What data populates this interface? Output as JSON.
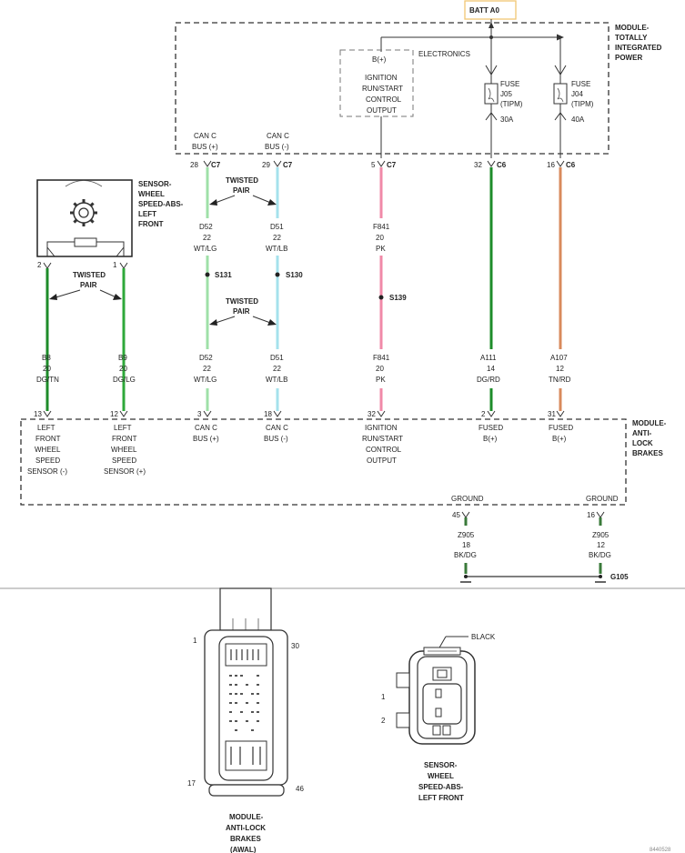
{
  "colors": {
    "can_plus": "#9fe0a8",
    "can_minus": "#a5e2ec",
    "pink": "#f08aa8",
    "green_dark": "#1e8c2a",
    "green_light": "#2fa83a",
    "tan": "#d88a5c",
    "batt_border": "#f0c674"
  },
  "batt_label": "BATT A0",
  "tipm": {
    "title": [
      "MODULE-",
      "TOTALLY",
      "INTEGRATED",
      "POWER"
    ],
    "electronics": "ELECTRONICS",
    "bplus": "B(+)",
    "ign_lines": [
      "IGNITION",
      "RUN/START",
      "CONTROL",
      "OUTPUT"
    ],
    "fuse1": [
      "FUSE",
      "J05",
      "(TIPM)",
      "30A"
    ],
    "fuse2": [
      "FUSE",
      "J04",
      "(TIPM)",
      "40A"
    ],
    "canc_plus": [
      "CAN C",
      "BUS (+)"
    ],
    "canc_minus": [
      "CAN C",
      "BUS (-)"
    ]
  },
  "tipm_pins": [
    {
      "pin": "28",
      "conn": "C7"
    },
    {
      "pin": "29",
      "conn": "C7"
    },
    {
      "pin": "5",
      "conn": "C7"
    },
    {
      "pin": "32",
      "conn": "C6"
    },
    {
      "pin": "16",
      "conn": "C6"
    }
  ],
  "sensor": {
    "title": [
      "SENSOR-",
      "WHEEL",
      "SPEED-ABS-",
      "LEFT",
      "FRONT"
    ],
    "pin_left": "2",
    "pin_right": "1"
  },
  "twisted_pair": [
    "TWISTED",
    "PAIR"
  ],
  "wire_upper": [
    {
      "circuit": "D52",
      "gauge": "22",
      "color": "WT/LG"
    },
    {
      "circuit": "D51",
      "gauge": "22",
      "color": "WT/LB"
    },
    {
      "circuit": "F841",
      "gauge": "20",
      "color": "PK"
    }
  ],
  "splices": [
    "S131",
    "S130",
    "S139"
  ],
  "wire_lower": [
    {
      "circuit": "B8",
      "gauge": "20",
      "color": "DG/TN"
    },
    {
      "circuit": "B9",
      "gauge": "20",
      "color": "DG/LG"
    },
    {
      "circuit": "D52",
      "gauge": "22",
      "color": "WT/LG"
    },
    {
      "circuit": "D51",
      "gauge": "22",
      "color": "WT/LB"
    },
    {
      "circuit": "F841",
      "gauge": "20",
      "color": "PK"
    },
    {
      "circuit": "A111",
      "gauge": "14",
      "color": "DG/RD"
    },
    {
      "circuit": "A107",
      "gauge": "12",
      "color": "TN/RD"
    }
  ],
  "abs": {
    "title": [
      "MODULE-",
      "ANTI-",
      "LOCK",
      "BRAKES"
    ],
    "pins": [
      "13",
      "12",
      "3",
      "18",
      "32",
      "2",
      "31"
    ],
    "labels": [
      [
        "LEFT",
        "FRONT",
        "WHEEL",
        "SPEED",
        "SENSOR (-)"
      ],
      [
        "LEFT",
        "FRONT",
        "WHEEL",
        "SPEED",
        "SENSOR (+)"
      ],
      [
        "CAN C",
        "BUS (+)"
      ],
      [
        "CAN C",
        "BUS (-)"
      ],
      [
        "IGNITION",
        "RUN/START",
        "CONTROL",
        "OUTPUT"
      ],
      [
        "FUSED",
        "B(+)"
      ],
      [
        "FUSED",
        "B(+)"
      ]
    ]
  },
  "ground": {
    "label": "GROUND",
    "pins": [
      "45",
      "16"
    ],
    "wires": [
      {
        "circuit": "Z905",
        "gauge": "18",
        "color": "BK/DG"
      },
      {
        "circuit": "Z905",
        "gauge": "12",
        "color": "BK/DG"
      }
    ],
    "point": "G105"
  },
  "abs_connector": {
    "pin_1": "1",
    "pin_30": "30",
    "pin_17": "17",
    "pin_46": "46",
    "label": [
      "MODULE-",
      "ANTI-LOCK",
      "BRAKES",
      "(AWAL)"
    ]
  },
  "sensor_connector": {
    "black": "BLACK",
    "pin_1": "1",
    "pin_2": "2",
    "label": [
      "SENSOR-",
      "WHEEL",
      "SPEED-ABS-",
      "LEFT FRONT"
    ]
  },
  "figure_id": "8440528"
}
